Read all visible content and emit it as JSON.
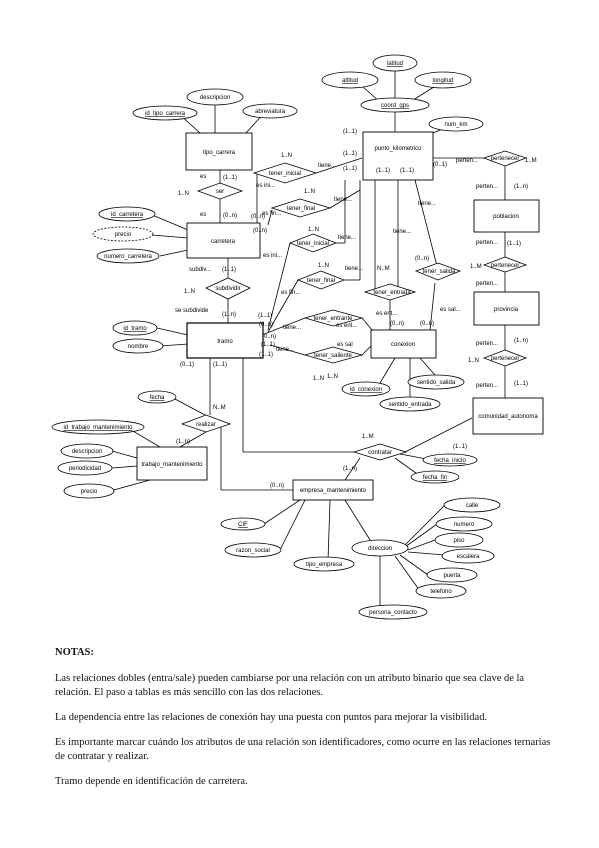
{
  "entities": {
    "tipo_carrera": "tipo_carrera",
    "carretera": "carretera",
    "tramo": "tramo",
    "punto_kilometrico": "punto_kilometrico",
    "poblacion": "poblacion",
    "provincia": "provincia",
    "comunidad_autonoma": "comunidad_autonoma",
    "conexion": "conexion",
    "trabajo_mantenimiento": "trabajo_mantenimiento",
    "empresa_mantenimiento": "empresa_mantenimiento"
  },
  "relations": {
    "ser": "ser",
    "subdivide": "subdividir",
    "tener_inicial_a": "tener_inicial",
    "tener_final_a": "tener_final",
    "tener_inicial_b": "tener_inicial",
    "tener_final_b": "tener_final",
    "tener_entrada": "tener_entrada",
    "tener_salida": "tener_salida",
    "tener_entrante": "tener_entrante",
    "tener_saliente": "tener_saliente",
    "realizar": "realizar",
    "contratar": "contratar",
    "pertenecer_1": "pertenecer",
    "pertenecer_2": "pertenecer",
    "pertenecer_3": "pertenecer"
  },
  "attributes": {
    "descripcion_tc": "descripcion",
    "id_tipo_carrera": "id_tipo_carrera",
    "abreviatura": "abreviatura",
    "latitud": "latitud",
    "altitud": "altitud",
    "longitud": "longitud",
    "coord_gps": "coord_gps",
    "num_km": "num_km",
    "id_carretera": "id_carretera",
    "precio_c": "precio",
    "numero_carretera": "numero_carretera",
    "id_tramo": "id_tramo",
    "nombre": "nombre",
    "id_conexion": "id_conexion",
    "sentido_salida": "sentido_salida",
    "sentido_entrada": "sentido_entrada",
    "fecha": "fecha",
    "id_trabajo_mantenimiento": "id_trabajo_mantenimiento",
    "descripcion_tm": "descripcion",
    "periodicidad": "periodicidad",
    "precio_tm": "precio",
    "fecha_inicio": "fecha_inicio",
    "fecha_fin": "fecha_fin",
    "cif": "CIF",
    "razon_social": "razon_social",
    "tipo_empresa": "tipo_empresa",
    "direccion": "direccion",
    "calle": "calle",
    "numero": "numero",
    "piso": "piso",
    "escalera": "escalera",
    "puerta": "puerta",
    "telefono": "telefono",
    "persona_contacto": "persona_contacto"
  },
  "cardinalities": {
    "c01": "(1..1)",
    "c02": "(0..n)",
    "c03": "1..N",
    "c04": "(1..1)",
    "c05": "(1..n)",
    "c06": "1..N",
    "c07": "(1..1)",
    "c08": "(1..1)",
    "c09": "(1..1)",
    "c10": "(1..1)",
    "c11": "1..N",
    "c12": "1..N",
    "c13": "(0..n)",
    "c14": "(0..n)",
    "c15": "1..N",
    "c16": "1..N",
    "c17": "(0..1)",
    "c18": "(1..1)",
    "c19": "(1..1)",
    "c20": "(0..n)",
    "c21": "(0..n)",
    "c22": "(1..1)",
    "c23": "1..N",
    "c24": "(0..n)",
    "c25": "(0..n)",
    "c26": "N..M",
    "c27": "(0..n)",
    "c28": "N..M",
    "c29": "(1..n)",
    "c30": "(0..n)",
    "c31": "(0..1)",
    "c32": "1..M",
    "c33": "(1..n)",
    "c34": "(1..1)",
    "c35": "1..M",
    "c36": "(1..n)",
    "c37": "(1..1)",
    "c38": "1..M",
    "c39": "(1..n)",
    "c40": "(1..1)",
    "c41": "(1..1)",
    "c42": "1..N",
    "c43": "1..N",
    "c44": "(1..1)"
  },
  "roles": {
    "r01": "es",
    "r02": "es",
    "r03": "subdiv...",
    "r04": "se subdivide",
    "r05": "tiene...",
    "r06": "es ini...",
    "r07": "es fin...",
    "r08": "es ini...",
    "r09": "es fin...",
    "r10": "tiene...",
    "r11": "tiene...",
    "r12": "tiene...",
    "r13": "tiene...",
    "r14": "tiene...",
    "r15": "es ent...",
    "r16": "es sal...",
    "r17": "es ent...",
    "r18": "es sal",
    "r19": "tiene...",
    "r20": "tiene...",
    "r21": "perten...",
    "r22": "perten...",
    "r23": "perten...",
    "r24": "perten...",
    "r25": "perten...",
    "r26": "perten..."
  },
  "notes": {
    "title": "NOTAS:",
    "p1": "Las relaciones dobles (entra/sale) pueden cambiarse por una relación con un atributo binario que sea clave de la relación. El paso a tablas es más sencillo con las dos relaciones.",
    "p2": "La dependencia entre las relaciones de conexión hay una puesta con puntos para mejorar la visibilidad.",
    "p3": "Es importante marcar cuándo los atributos de una relación son identificadores, como ocurre en las relaciones ternarias de contratar y realizar.",
    "p4": "Tramo depende en identificación de carretera."
  }
}
